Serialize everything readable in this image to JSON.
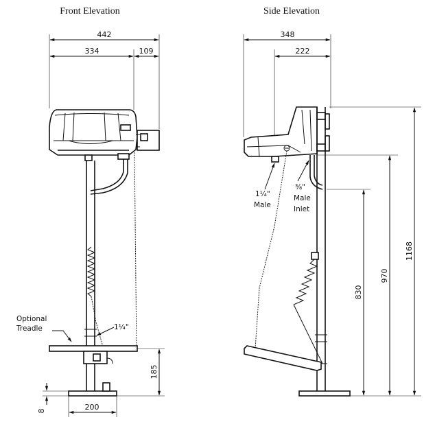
{
  "titles": {
    "front": "Front Elevation",
    "side": "Side Elevation"
  },
  "front": {
    "dim_overall_width": "442",
    "dim_bowl_width": "334",
    "dim_offset": "109",
    "dim_treadle_height": "185",
    "dim_base_width": "200",
    "dim_base_thickness": "8",
    "label_treadle_line1": "Optional",
    "label_treadle_line2": "Treadle",
    "label_pipe": "1¼\""
  },
  "side": {
    "dim_overall_depth": "348",
    "dim_outlet_depth": "222",
    "dim_total_height": "1168",
    "dim_bowl_height": "970",
    "dim_inlet_height": "830",
    "label_outlet_line1": "1¼\"",
    "label_outlet_line2": "Male",
    "label_inlet_line1": "⅜\"",
    "label_inlet_line2": "Male",
    "label_inlet_line3": "Inlet"
  }
}
